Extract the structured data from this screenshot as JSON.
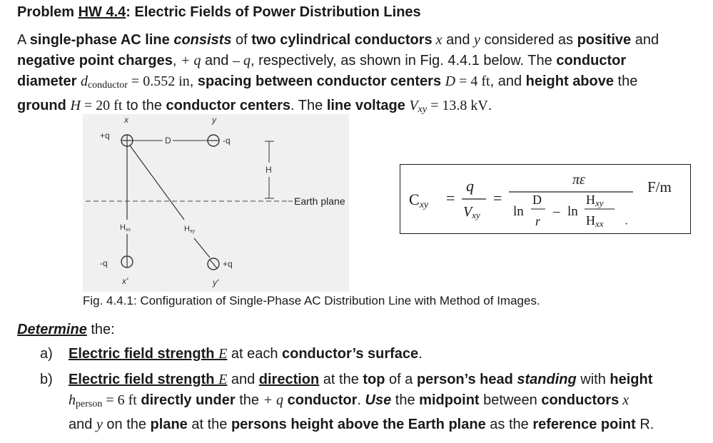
{
  "title": {
    "prefix": "Problem ",
    "number": "HW 4.4",
    "suffix": ": Electric Fields of Power Distribution Lines"
  },
  "problem": {
    "line1": [
      "A ",
      "single-phase AC line ",
      "consists",
      " of ",
      "two cylindrical conductors",
      " x",
      " and ",
      "y",
      " considered as ",
      "positive",
      " and"
    ],
    "line2": [
      "negative point charges",
      ", ",
      "+ q",
      " and ",
      "– q",
      ", respectively, as shown in Fig. 4.4.1 below. The ",
      "conductor"
    ],
    "line3": [
      "diameter ",
      "d",
      "conductor",
      " = 0.552 in",
      ", ",
      "spacing between conductor centers ",
      "D",
      " = 4 ft",
      ", and ",
      "height above",
      " the"
    ],
    "line4": [
      "ground ",
      "H",
      " = 20 ft",
      " to the ",
      "conductor centers",
      ". The ",
      "line voltage ",
      "V",
      "xy",
      " = 13.8 kV",
      "."
    ]
  },
  "figure": {
    "label_x": "x",
    "label_y": "y",
    "label_plus_q": "+q",
    "label_minus_q": "-q",
    "label_D": "D",
    "label_H": "H",
    "label_earth": "Earth plane",
    "label_Hxx": "H",
    "label_Hxx_sub": "xx",
    "label_Hxy": "H",
    "label_Hxy_sub": "xy",
    "label_image_minus_q": "-q",
    "label_image_plus_q": "+q",
    "label_x_prime": "x'",
    "label_y_prime": "y'"
  },
  "equation": {
    "C": "C",
    "C_sub": "xy",
    "eq": "=",
    "q": "q",
    "V": "V",
    "V_sub": "xy",
    "pi_eps": "πε",
    "ln1": "ln",
    "D": "D",
    "r": "r",
    "minus": "–",
    "ln2": "ln",
    "Hn": "H",
    "Hn_sub": "xy",
    "Hd": "H",
    "Hd_sub": "xx",
    "dot": "·",
    "units": "F/m"
  },
  "caption": "Fig. 4.4.1: Configuration of Single-Phase AC Distribution Line with Method of Images.",
  "determine": {
    "keyword": "Determine",
    "rest": " the:"
  },
  "items": [
    {
      "label": "a)",
      "parts": [
        "Electric field strength ",
        "E",
        " at each ",
        "conductor’s surface",
        "."
      ]
    },
    {
      "label": "b)",
      "line1": [
        "Electric field strength ",
        "E",
        " and ",
        "direction",
        " at the ",
        "top",
        " of a ",
        "person’s head ",
        "standing",
        " with ",
        "height"
      ],
      "line2": [
        "h",
        "person",
        " = 6 ft",
        " directly under",
        " the ",
        "+ q",
        " conductor",
        ". ",
        "Use",
        " the ",
        "midpoint",
        " between ",
        "conductors",
        " x"
      ],
      "line3": [
        "and ",
        "y",
        " on the ",
        "plane",
        " at the ",
        "persons height above the Earth plane",
        " as the ",
        "reference point",
        " R."
      ]
    }
  ]
}
